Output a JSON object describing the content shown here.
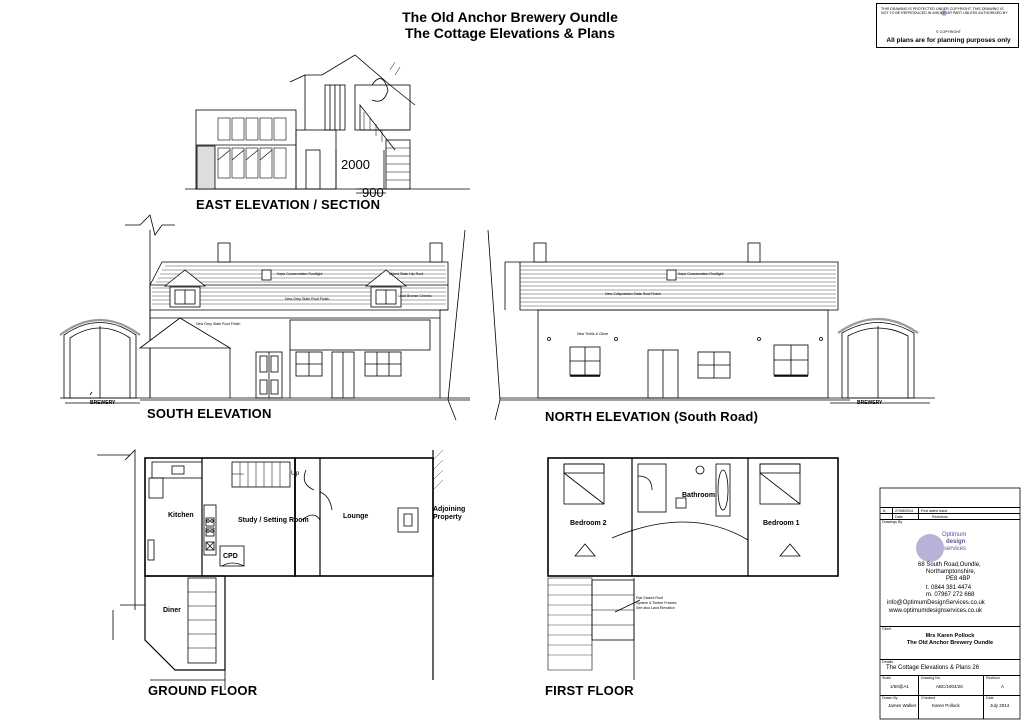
{
  "sheet": {
    "title_line1": "The Old Anchor Brewery Oundle",
    "title_line2": "The Cottage Elevations & Plans"
  },
  "copyright": {
    "line1": "THIS DRAWING IS PROTECTED UNDER COPYRIGHT. THIS DRAWING IS",
    "line2": "NOT TO BE REPRODUCED IN WHOLE OR PART UNLESS AUTHORISED BY",
    "symbol": "© COPYRIGHT",
    "note": "All plans are for planning purposes only"
  },
  "east_elevation": {
    "heading": "EAST ELEVATION / SECTION",
    "dim_height": "2000",
    "dim_width": "900"
  },
  "south_elevation": {
    "heading": "SOUTH ELEVATION",
    "label_brewery": "BREWERY",
    "notes": {
      "rooflight": "Keps Conservation Rooflight",
      "hip_roof": "Mitred Slate Hip Roof",
      "roof_finish": "New Grey Slate Roof Finish",
      "lead": "Lead Bronze Cheeks",
      "porch_roof": "New Grey Slate Roof Finish"
    }
  },
  "north_elevation": {
    "heading": "NORTH ELEVATION (South Road)",
    "label_brewery": "BREWERY",
    "notes": {
      "rooflight": "Keps Conservation Rooflight",
      "roof_finish": "New Collyweston Slate Roof Finish",
      "trellis": "New Trellis & Climb"
    }
  },
  "ground_floor": {
    "heading": "GROUND FLOOR",
    "rooms": {
      "kitchen": "Kitchen",
      "study": "Study / Setting Room",
      "lounge": "Lounge",
      "adjoining_1": "Adjoining",
      "adjoining_2": "Property",
      "cpd": "CPD",
      "diner": "Diner",
      "up": "Up"
    }
  },
  "first_floor": {
    "heading": "FIRST FLOOR",
    "rooms": {
      "bedroom2": "Bedroom 2",
      "bathroom": "Bathroom",
      "bedroom1": "Bedroom 1"
    },
    "roof_note_1": "Flat Glazed Roof",
    "roof_note_2": "System & Timber Frames",
    "roof_note_3": "See also Land Elevation"
  },
  "title_block": {
    "rev_letter": "A",
    "rev_date": "27/08/2014",
    "rev_desc": "First dated issue",
    "col_date": "Date",
    "col_revisions": "Revisions",
    "drawings_by": "Drawings By",
    "logo_1": "Optimum",
    "logo_2": "design",
    "logo_3": "services",
    "address_1": "68 South Road,Oundle,",
    "address_2": "Northamptonshire,",
    "address_3": "PE8 4BP",
    "tel": "t.  0844 381 4474",
    "mob": "m. 07967 272 668",
    "email": "info@OptimumDesignServices.co.uk",
    "web": "www.optimumdesignservices.co.uk",
    "client_label": "Client",
    "client_name": "Mrs Karen Pollock",
    "client_project": "The Old Anchor Brewery Oundle",
    "details_label": "Details",
    "details": "The Cottage Elevations & Plans 26",
    "scale_label": "Scale",
    "scale": "1/50@A1",
    "drawing_no_label": "Drawing No.",
    "drawing_no": "ABC/1904/26",
    "revision_label": "Revision",
    "revision": "A",
    "drawn_label": "Drawn By",
    "drawn": "James Walker",
    "checked_label": "Checked",
    "checked": "Karen Pollock",
    "date_label": "Date",
    "date": "July 2014"
  }
}
